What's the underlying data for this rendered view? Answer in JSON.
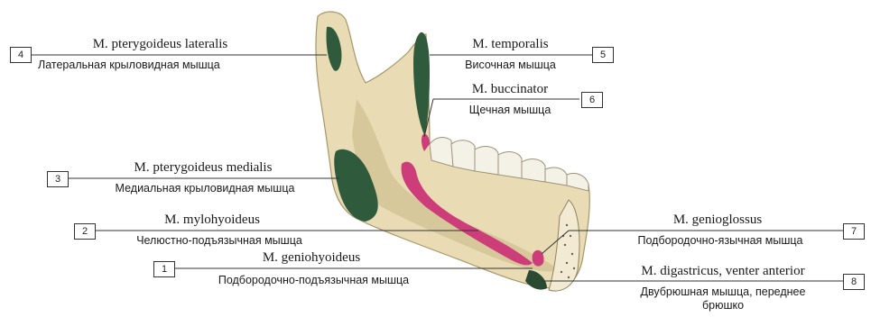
{
  "colors": {
    "bone": "#e9dcb4",
    "bone_shadow": "#b9a97d",
    "green_muscle": "#2f5a3c",
    "pink_muscle": "#cc3d79",
    "teeth": "#f4f1e6",
    "leader_line": "#333333"
  },
  "labels": [
    {
      "number": "4",
      "latin": "M. pterygoideus lateralis",
      "russian": "Латеральная крыловидная мышца",
      "muscle_color": "green"
    },
    {
      "number": "5",
      "latin": "M. temporalis",
      "russian": "Височная мышца",
      "muscle_color": "green"
    },
    {
      "number": "6",
      "latin": "M. buccinator",
      "russian": "Щечная мышца",
      "muscle_color": "pink"
    },
    {
      "number": "3",
      "latin": "M. pterygoideus medialis",
      "russian": "Медиальная крыловидная мышца",
      "muscle_color": "green"
    },
    {
      "number": "2",
      "latin": "M. mylohyoideus",
      "russian": "Челюстно-подъязычная мышца",
      "muscle_color": "pink"
    },
    {
      "number": "7",
      "latin": "M. genioglossus",
      "russian": "Подбородочно-язычная мышца",
      "muscle_color": "pink"
    },
    {
      "number": "1",
      "latin": "M. geniohyoideus",
      "russian": "Подбородочно-подъязычная мышца",
      "muscle_color": "pink"
    },
    {
      "number": "8",
      "latin": "M. digastricus, venter anterior",
      "russian": "Двубрюшная мышца, переднее",
      "russian_line2": "брюшко",
      "muscle_color": "green"
    }
  ]
}
